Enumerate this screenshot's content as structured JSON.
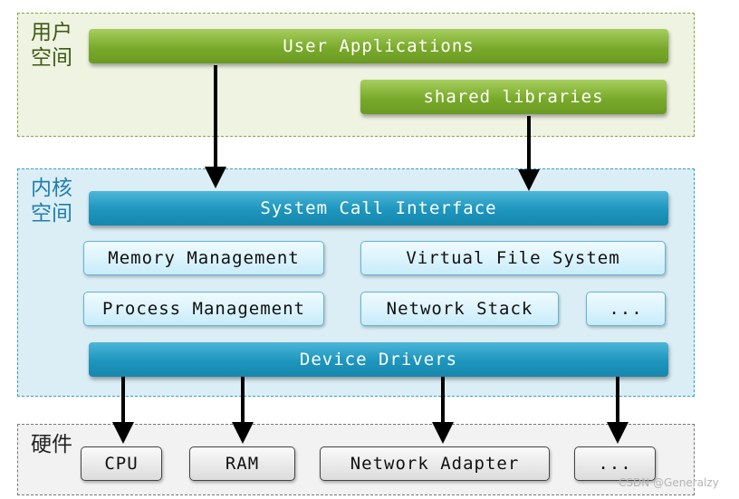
{
  "colors": {
    "user_space_bg": "#eef3e2",
    "user_space_border": "#8da24a",
    "kernel_space_bg": "#dbeef5",
    "kernel_space_border": "#3a9cc5",
    "hardware_bg": "#f2f2f2",
    "hardware_border": "#777777",
    "user_label": "#3f5a12",
    "kernel_label": "#1f7fae",
    "hardware_label": "#222222"
  },
  "user_space": {
    "label": "用户\n空间",
    "user_applications": "User Applications",
    "shared_libraries": "shared libraries"
  },
  "kernel_space": {
    "label": "内核\n空间",
    "system_call_interface": "System Call Interface",
    "memory_management": "Memory Management",
    "virtual_file_system": "Virtual File System",
    "process_management": "Process Management",
    "network_stack": "Network Stack",
    "more": "...",
    "device_drivers": "Device Drivers"
  },
  "hardware": {
    "label": "硬件",
    "cpu": "CPU",
    "ram": "RAM",
    "network_adapter": "Network Adapter",
    "more": "..."
  },
  "watermark": "CSDN @Generalzy"
}
